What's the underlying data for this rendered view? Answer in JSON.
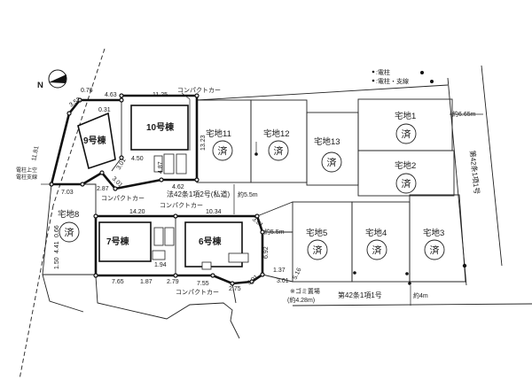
{
  "legend": {
    "pole": ":電柱",
    "pole_guy": ":電柱・支線"
  },
  "north_label": "N",
  "houses": {
    "house_6": "6号棟",
    "house_7": "7号棟",
    "house_9": "9号棟",
    "house_10": "10号棟"
  },
  "lots": {
    "lot_1": {
      "label": "宅地1",
      "status": "済"
    },
    "lot_2": {
      "label": "宅地2",
      "status": "済"
    },
    "lot_3": {
      "label": "宅地3",
      "status": "済"
    },
    "lot_4": {
      "label": "宅地4",
      "status": "済"
    },
    "lot_5": {
      "label": "宅地5",
      "status": "済"
    },
    "lot_8": {
      "label": "宅地8",
      "status": "済"
    },
    "lot_11": {
      "label": "宅地11",
      "status": "済"
    },
    "lot_12": {
      "label": "宅地12",
      "status": "済"
    },
    "lot_13": {
      "label": "宅地13",
      "status": "済"
    }
  },
  "parking": {
    "p1": "コンパクトカー",
    "p2": "コンパクトカー",
    "p3": "コンパクトカー",
    "p4": "コンパクトカー"
  },
  "roads": {
    "private_road": "法42条1項2号(私道)",
    "right_road": "第42条1項1号",
    "bottom_road": "第42条1項1号",
    "right_road_width": "約6.65m",
    "private_width_1": "約5.5m",
    "private_width_2": "約5.5m",
    "bottom_road_width": "約4m"
  },
  "notes": {
    "garbage": "※ゴミ置場",
    "garbage_size": "(約4.28m)",
    "pole_airspace_1": "電柱上空",
    "pole_airspace_2": "電柱支線"
  },
  "dims": {
    "d01": "0.76",
    "d02": "4.63",
    "d03": "11.25",
    "d04": "3.52",
    "d05": "0.31",
    "d06": "13.23",
    "d07": "11.81",
    "d08": "4.50",
    "d09": "4.87",
    "d10": "3.01",
    "d11": "4.62",
    "d12": "7.03",
    "d13": "2.87",
    "d14": "3.01",
    "d15": "14.20",
    "d16": "10.34",
    "d17": "3.01",
    "d18": "0.66",
    "d19": "4.41",
    "d20": "1.50",
    "d21": "6.92",
    "d22": "1.94",
    "d23": "7.65",
    "d24": "1.87",
    "d25": "2.79",
    "d26": "7.55",
    "d27": "2.75",
    "d28": "3.01",
    "d29": "1.37",
    "d30": "5.16",
    "d31": "3.01"
  }
}
